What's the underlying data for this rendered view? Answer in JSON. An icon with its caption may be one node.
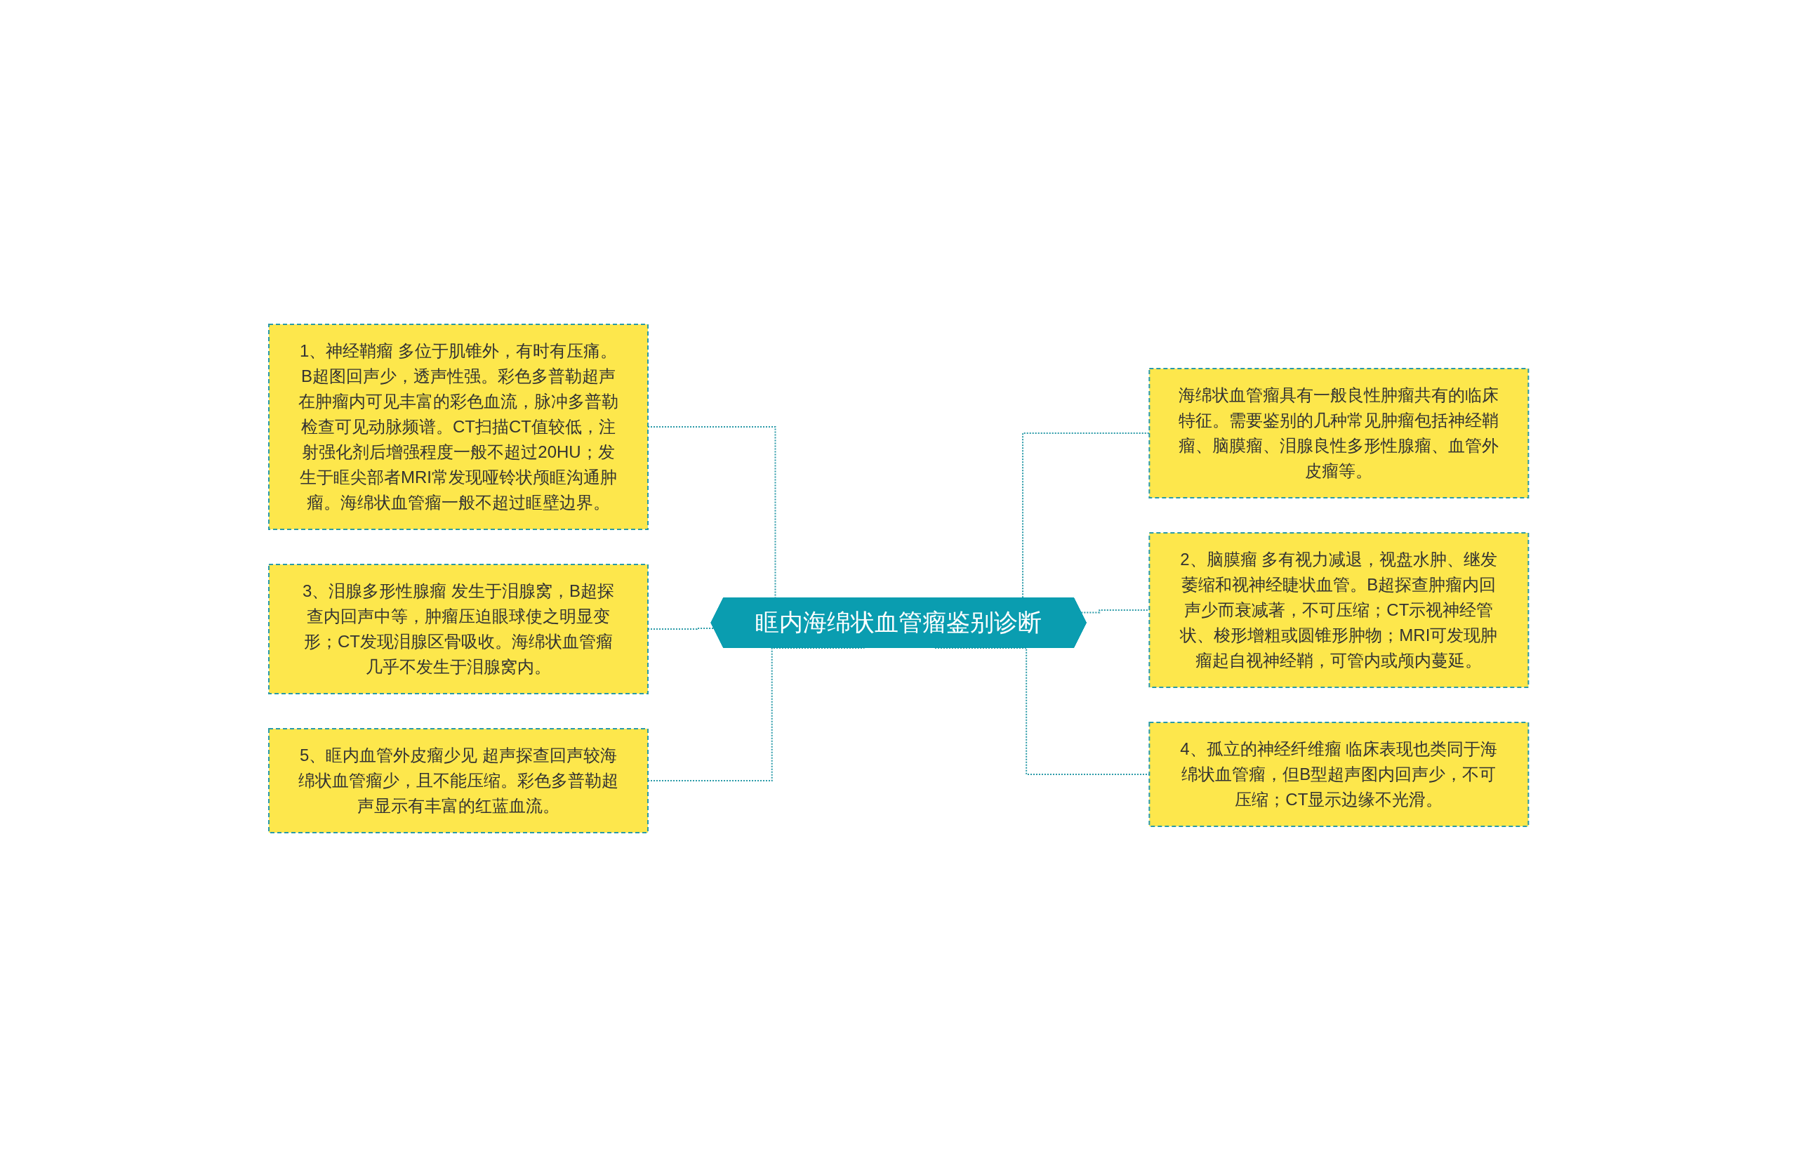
{
  "diagram": {
    "nodes": [
      {
        "text": [
          "眶内海绵状血管瘤鉴别诊断"
        ]
      },
      {
        "text": [
          "1、神经鞘瘤 多位于肌锥外，有时有压痛。B超图回声少，透声性强。彩色多普勒超声在肿瘤内可见丰富的彩色血流，脉冲多普勒检查可见动脉频谱。CT扫描CT值较低，注射强化剂后增强程度一般不超过20HU；发生于眶尖部者MRI常发现哑铃状颅眶沟通肿瘤。海绵状血管瘤一般不超过眶壁边界。"
        ]
      },
      {
        "text": [
          "3、泪腺多形性腺瘤 发生于泪腺窝，B超探查内回声中等，肿瘤压迫眼球使之明显变形；CT发现泪腺区骨吸收。海绵状血管瘤几乎不发生于泪腺窝内。"
        ]
      },
      {
        "text": [
          "5、眶内血管外皮瘤少见 超声探查回声较海绵状血管瘤少，且不能压缩。彩色多普勒超声显示有丰富的红蓝血流。"
        ]
      },
      {
        "text": [
          "海绵状血管瘤具有一般良性肿瘤共有的临床特征。需要鉴别的几种常见肿瘤包括神经鞘瘤、脑膜瘤、泪腺良性多形性腺瘤、血管外皮瘤等。"
        ]
      },
      {
        "text": [
          "2、脑膜瘤 多有视力减退，视盘水肿、继发萎缩和视神经睫状血管。B超探查肿瘤内回声少而衰减著，不可压缩；CT示视神经管状、梭形增粗或圆锥形肿物；MRI可发现肿瘤起自视神经鞘，可管内或颅内蔓延。"
        ]
      },
      {
        "text": [
          "4、孤立的神经纤维瘤 临床表现也类同于海绵状血管瘤，但B型超声图内回声少，不可压缩；CT显示边缘不光滑。"
        ]
      }
    ],
    "edges": [
      {
        "from": 1,
        "to": 0,
        "arrow": "none",
        "style": "dashed"
      },
      {
        "from": 2,
        "to": 0,
        "arrow": "none",
        "style": "dashed"
      },
      {
        "from": 3,
        "to": 0,
        "arrow": "none",
        "style": "dashed"
      },
      {
        "from": 0,
        "to": 4,
        "arrow": "none",
        "style": "dashed"
      },
      {
        "from": 0,
        "to": 5,
        "arrow": "none",
        "style": "dashed"
      },
      {
        "from": 0,
        "to": 6,
        "arrow": "none",
        "style": "dashed"
      }
    ]
  }
}
